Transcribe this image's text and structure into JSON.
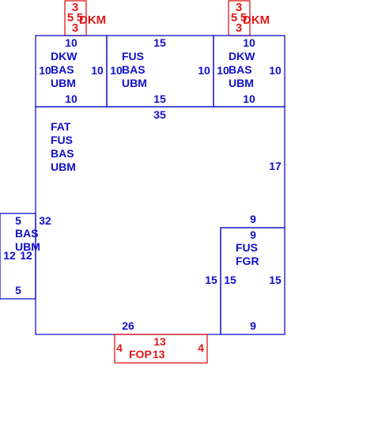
{
  "colors": {
    "structure": "#1010c8",
    "exterior_feature": "#e01818",
    "background": "#ffffff"
  },
  "areas": {
    "dkm_left": {
      "code": "DKM",
      "dims": [
        "3",
        "5",
        "5",
        "3"
      ]
    },
    "dkm_right": {
      "code": "DKM",
      "dims": [
        "3",
        "5",
        "5",
        "3"
      ]
    },
    "dkw_left": {
      "codes": [
        "DKW",
        "BAS",
        "UBM"
      ],
      "dims": {
        "top": "10",
        "left": "10",
        "right": "10",
        "bottom": "10"
      }
    },
    "fus_center": {
      "codes": [
        "FUS",
        "BAS",
        "UBM"
      ],
      "dims": {
        "top": "15",
        "left": "10",
        "right": "10",
        "bottom": "15"
      }
    },
    "dkw_right": {
      "codes": [
        "DKW",
        "BAS",
        "UBM"
      ],
      "dims": {
        "top": "10",
        "left": "10",
        "right": "10",
        "bottom": "10"
      }
    },
    "main": {
      "codes": [
        "FAT",
        "FUS",
        "BAS",
        "UBM"
      ],
      "dims": {
        "top": "35",
        "right": "17",
        "notch_top": "9",
        "notch_left": "15",
        "bottom": "26",
        "left": "32"
      }
    },
    "bas_left": {
      "codes": [
        "BAS",
        "UBM"
      ],
      "dims": {
        "top": "5",
        "left": "12",
        "right": "12",
        "bottom": "5"
      }
    },
    "fus_fgr": {
      "codes": [
        "FUS",
        "FGR"
      ],
      "dims": {
        "top": "9",
        "left": "15",
        "right": "15",
        "bottom": "9"
      }
    },
    "fop": {
      "code": "FOP",
      "dims": {
        "top": "13",
        "left": "4",
        "right": "4",
        "inner": "13"
      }
    }
  }
}
